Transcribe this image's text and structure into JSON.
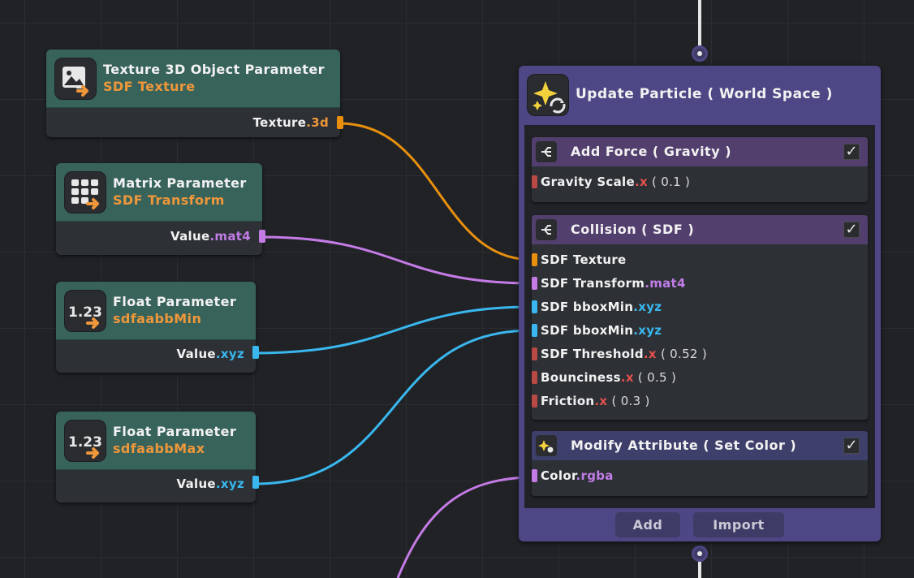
{
  "parameters": [
    {
      "title": "Texture 3D Object Parameter",
      "name": "SDF Texture",
      "output_label": "Texture",
      "output_type": ".3d",
      "icon": "texture-3d-icon"
    },
    {
      "title": "Matrix Parameter",
      "name": "SDF Transform",
      "output_label": "Value",
      "output_type": ".mat4",
      "icon": "matrix-grid-icon"
    },
    {
      "title": "Float Parameter",
      "name": "sdfaabbMin",
      "output_label": "Value",
      "output_type": ".xyz",
      "icon": "float-1-23-icon",
      "icon_text": "1.23"
    },
    {
      "title": "Float Parameter",
      "name": "sdfaabbMax",
      "output_label": "Value",
      "output_type": ".xyz",
      "icon": "float-1-23-icon",
      "icon_text": "1.23"
    }
  ],
  "context": {
    "title": "Update Particle ( World Space )",
    "icon": "sparkle-update-icon",
    "blocks": [
      {
        "title": "Add Force ( Gravity )",
        "checked": "✓",
        "slots": [
          {
            "label": "Gravity Scale",
            "type": ".x",
            "value": " ( 0.1 )"
          }
        ]
      },
      {
        "title": "Collision ( SDF )",
        "checked": "✓",
        "slots": [
          {
            "label": "SDF Texture",
            "type": "",
            "value": ""
          },
          {
            "label": "SDF Transform",
            "type": ".mat4",
            "value": ""
          },
          {
            "label": "SDF bboxMin",
            "type": ".xyz",
            "value": ""
          },
          {
            "label": "SDF bboxMin",
            "type": ".xyz",
            "value": ""
          },
          {
            "label": "SDF Threshold",
            "type": ".x",
            "value": " ( 0.52 )"
          },
          {
            "label": "Bounciness",
            "type": ".x",
            "value": " ( 0.5 )"
          },
          {
            "label": "Friction",
            "type": ".x",
            "value": " ( 0.3 )"
          }
        ]
      },
      {
        "title": "Modify Attribute ( Set Color )",
        "checked": "✓",
        "slots": [
          {
            "label": "Color",
            "type": ".rgba",
            "value": ""
          }
        ]
      }
    ],
    "add_label": "Add",
    "import_label": "Import"
  },
  "colors": {
    "texture": "#e8900e",
    "matrix": "#c57be6",
    "vector": "#39b7ee",
    "float": "#b94944",
    "param_header": "#38635b",
    "context": "#4d4885"
  }
}
